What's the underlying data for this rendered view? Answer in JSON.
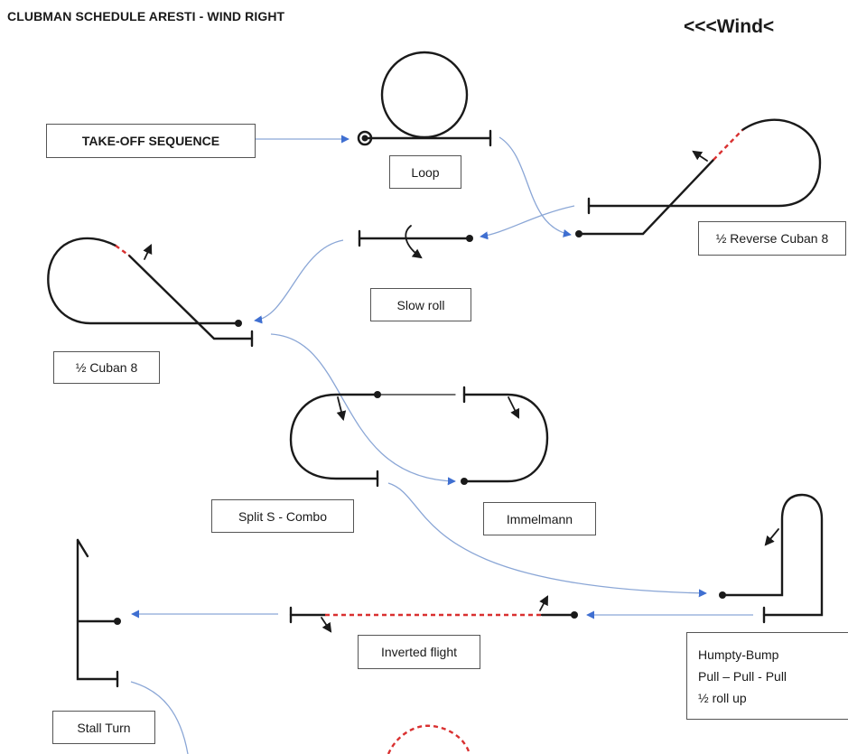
{
  "header": {
    "title": "CLUBMAN SCHEDULE ARESTI - WIND RIGHT",
    "wind": "<<<Wind<"
  },
  "labels": {
    "takeoff": "TAKE-OFF SEQUENCE",
    "loop": "Loop",
    "reverse_cuban": "½ Reverse Cuban 8",
    "slow_roll": "Slow roll",
    "half_cuban": "½ Cuban 8",
    "split_s": "Split S - Combo",
    "immelmann": "Immelmann",
    "humpty": [
      "Humpty-Bump",
      "Pull – Pull - Pull",
      "½ roll up"
    ],
    "inverted": "Inverted flight",
    "stall_turn": "Stall Turn"
  },
  "colors": {
    "flight_line": "#1a1a1a",
    "connector": "#8aa6d6",
    "arrowhead": "#3f6fd1",
    "roll_dashed": "#d93030"
  }
}
